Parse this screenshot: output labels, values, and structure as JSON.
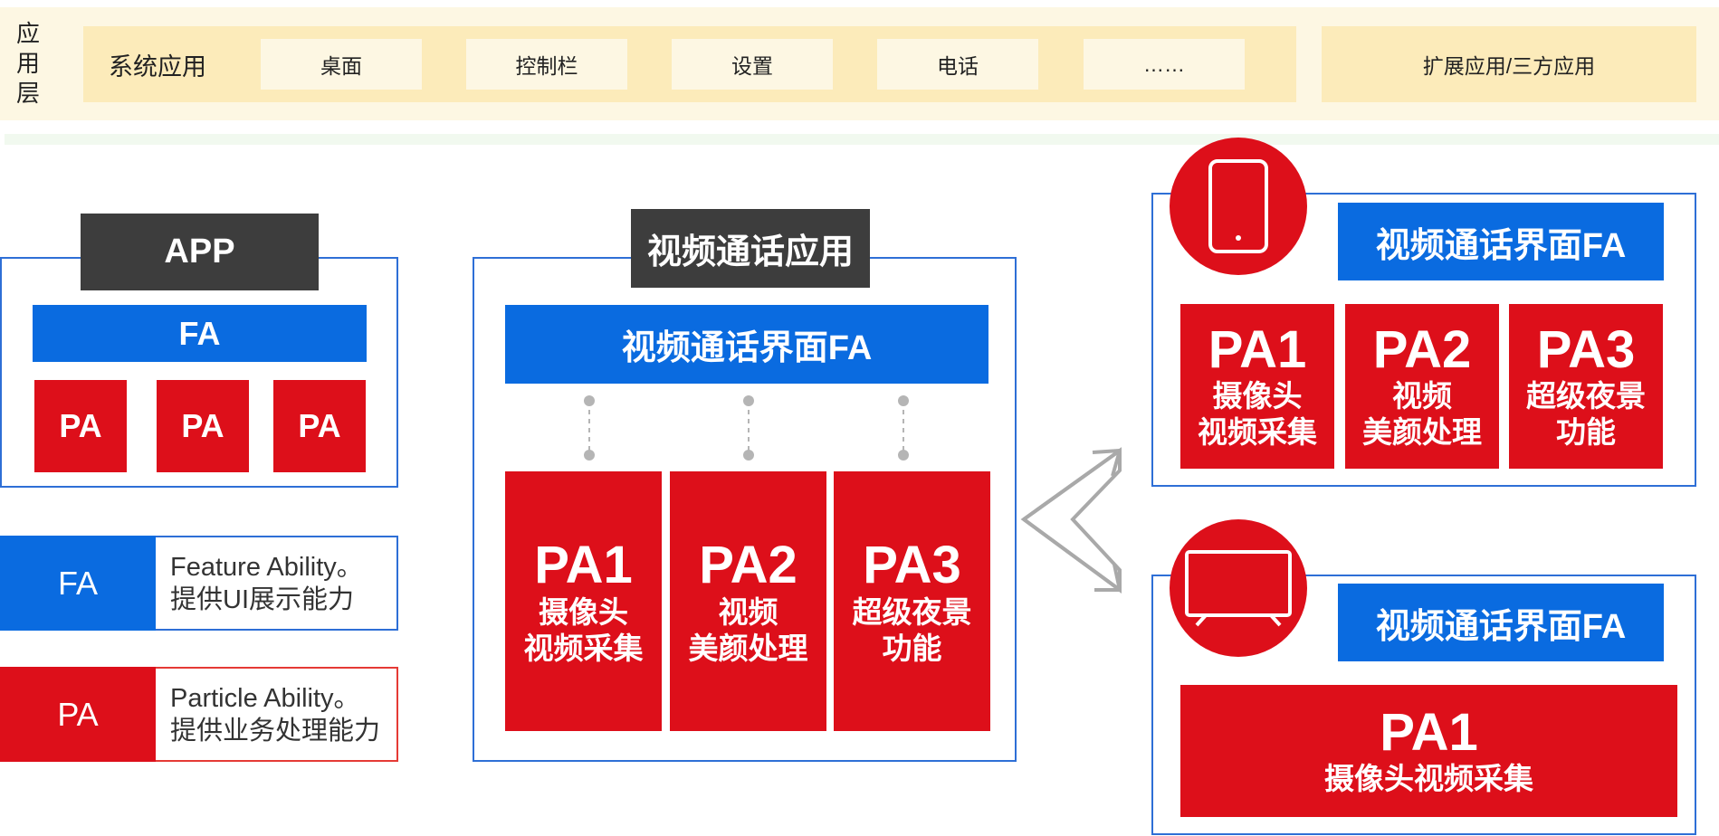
{
  "app_layer": {
    "label": "应用层",
    "system_apps_label": "系统应用",
    "system_apps": [
      "桌面",
      "控制栏",
      "设置",
      "电话",
      "……"
    ],
    "extension_label": "扩展应用/三方应用"
  },
  "left_app": {
    "tag": "APP",
    "fa_label": "FA",
    "pa_labels": [
      "PA",
      "PA",
      "PA"
    ]
  },
  "legend": {
    "fa_key": "FA",
    "fa_desc_line1": "Feature Ability。",
    "fa_desc_line2": "提供UI展示能力",
    "pa_key": "PA",
    "pa_desc_line1": "Particle Ability。",
    "pa_desc_line2": "提供业务处理能力"
  },
  "middle": {
    "tag": "视频通话应用",
    "fa_label": "视频通话界面FA",
    "pas": [
      {
        "name": "PA1",
        "line1": "摄像头",
        "line2": "视频采集"
      },
      {
        "name": "PA2",
        "line1": "视频",
        "line2": "美颜处理"
      },
      {
        "name": "PA3",
        "line1": "超级夜景",
        "line2": "功能"
      }
    ]
  },
  "right_phone": {
    "device_icon": "phone-icon",
    "fa_label": "视频通话界面FA",
    "pas": [
      {
        "name": "PA1",
        "line1": "摄像头",
        "line2": "视频采集"
      },
      {
        "name": "PA2",
        "line1": "视频",
        "line2": "美颜处理"
      },
      {
        "name": "PA3",
        "line1": "超级夜景",
        "line2": "功能"
      }
    ]
  },
  "right_tv": {
    "device_icon": "tv-icon",
    "fa_label": "视频通话界面FA",
    "pa": {
      "name": "PA1",
      "desc": "摄像头视频采集"
    }
  },
  "colors": {
    "fa_blue": "#0a6be0",
    "pa_red": "#dd0f1a",
    "frame_blue": "#2e6fd6",
    "tag_dark": "#3d3d3d",
    "layer_yellow": "#fcebba"
  }
}
